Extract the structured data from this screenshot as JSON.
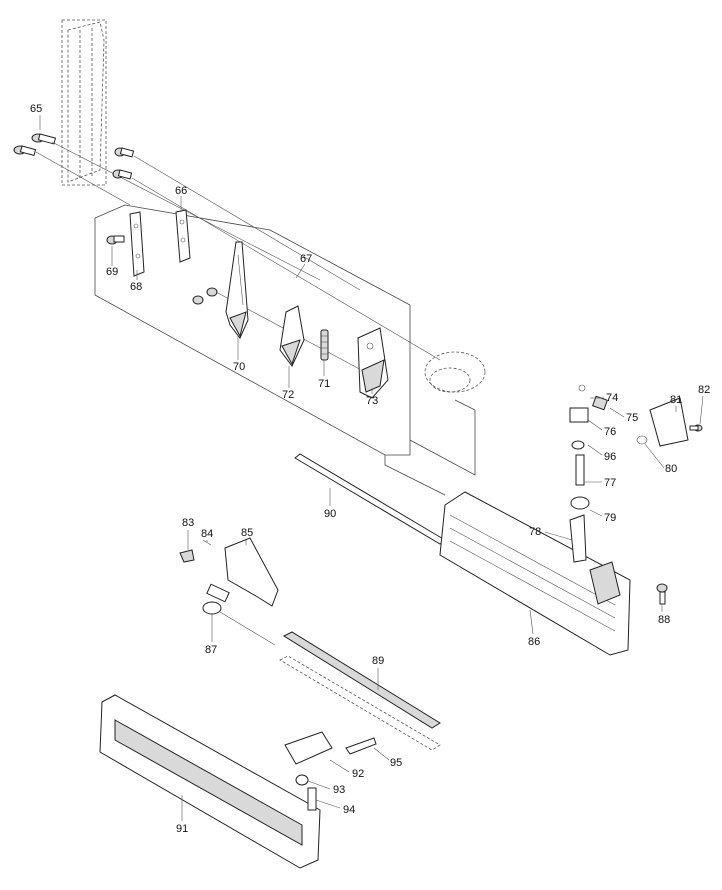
{
  "diagram": {
    "colors": {
      "line": "#222222",
      "shade": "#d9d9d9",
      "label": "#111111"
    },
    "parts": [
      {
        "id": "65",
        "label": "65"
      },
      {
        "id": "66",
        "label": "66"
      },
      {
        "id": "67",
        "label": "67"
      },
      {
        "id": "68",
        "label": "68"
      },
      {
        "id": "69",
        "label": "69"
      },
      {
        "id": "70",
        "label": "70"
      },
      {
        "id": "71",
        "label": "71"
      },
      {
        "id": "72",
        "label": "72"
      },
      {
        "id": "73",
        "label": "73"
      },
      {
        "id": "74",
        "label": "74"
      },
      {
        "id": "75",
        "label": "75"
      },
      {
        "id": "76",
        "label": "76"
      },
      {
        "id": "77",
        "label": "77"
      },
      {
        "id": "78",
        "label": "78"
      },
      {
        "id": "79",
        "label": "79"
      },
      {
        "id": "80",
        "label": "80"
      },
      {
        "id": "81",
        "label": "81"
      },
      {
        "id": "82",
        "label": "82"
      },
      {
        "id": "83",
        "label": "83"
      },
      {
        "id": "84",
        "label": "84"
      },
      {
        "id": "85",
        "label": "85"
      },
      {
        "id": "86",
        "label": "86"
      },
      {
        "id": "87",
        "label": "87"
      },
      {
        "id": "88",
        "label": "88"
      },
      {
        "id": "89",
        "label": "89"
      },
      {
        "id": "90",
        "label": "90"
      },
      {
        "id": "91",
        "label": "91"
      },
      {
        "id": "92",
        "label": "92"
      },
      {
        "id": "93",
        "label": "93"
      },
      {
        "id": "94",
        "label": "94"
      },
      {
        "id": "95",
        "label": "95"
      },
      {
        "id": "96",
        "label": "96"
      }
    ]
  }
}
